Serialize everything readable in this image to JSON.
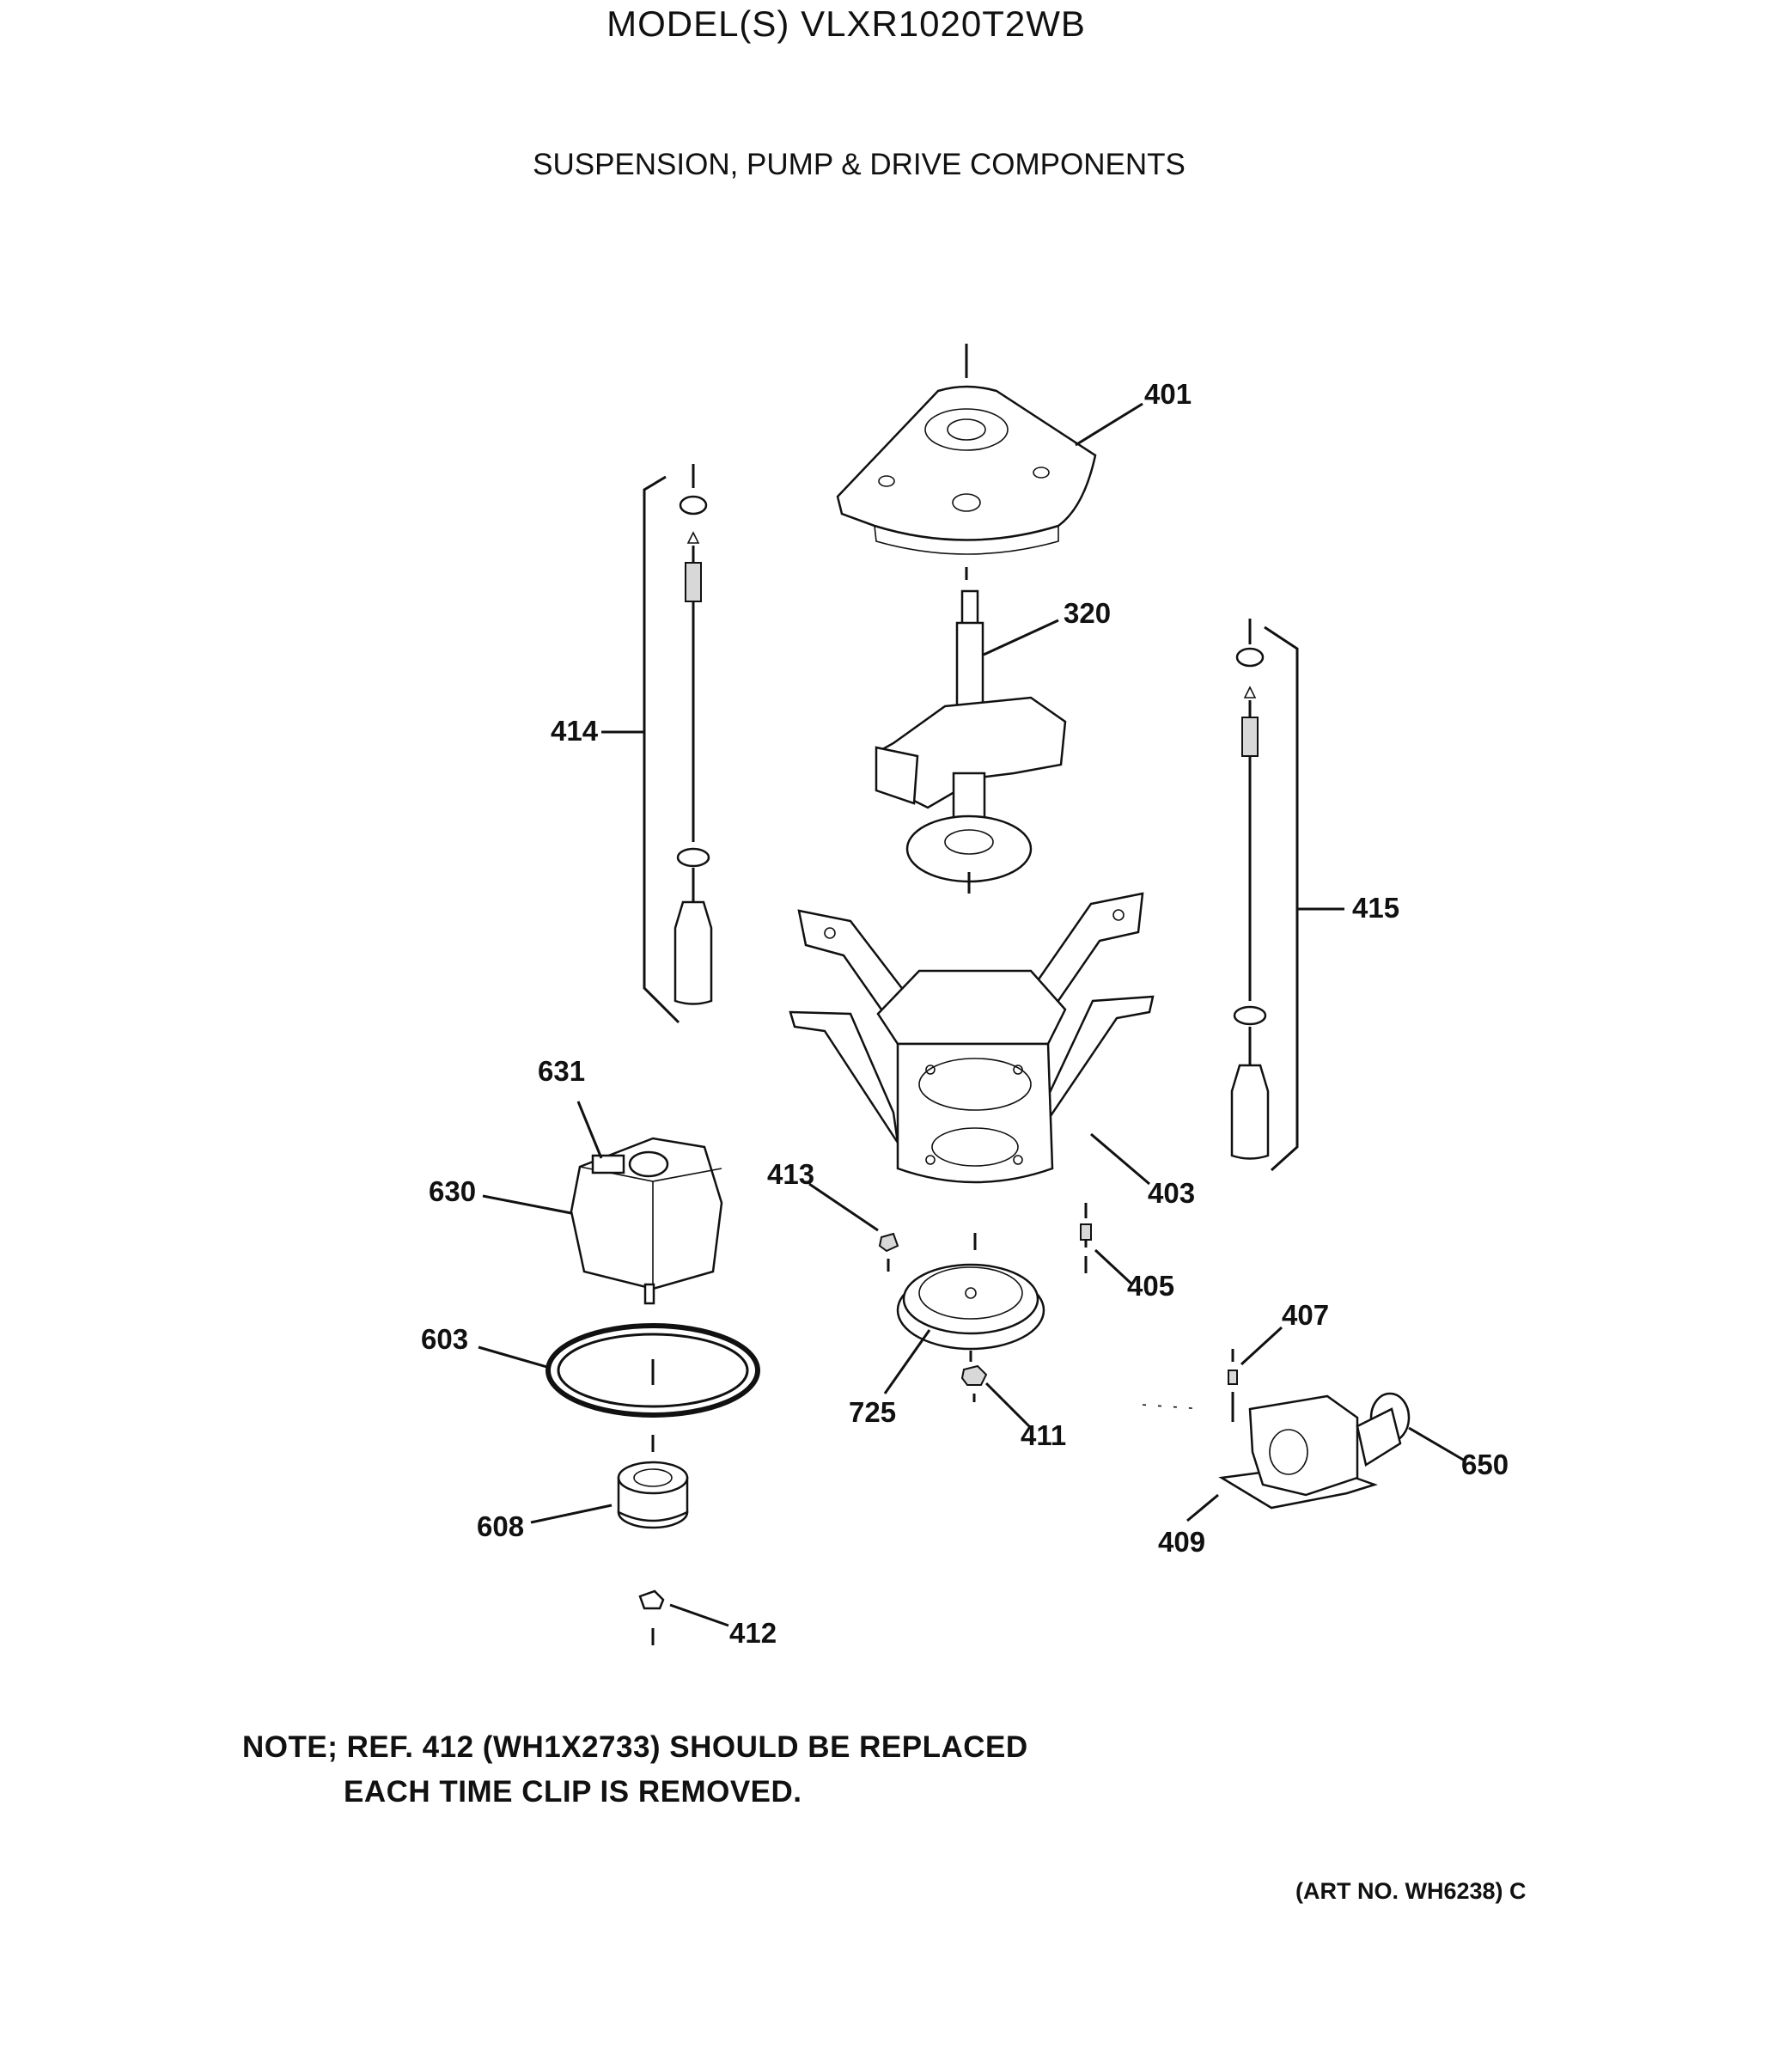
{
  "header": {
    "model": "MODEL(S) VLXR1020T2WB",
    "section_title": "SUSPENSION, PUMP & DRIVE COMPONENTS"
  },
  "parts": [
    {
      "ref": "401"
    },
    {
      "ref": "320"
    },
    {
      "ref": "414"
    },
    {
      "ref": "415"
    },
    {
      "ref": "403"
    },
    {
      "ref": "631"
    },
    {
      "ref": "630"
    },
    {
      "ref": "413"
    },
    {
      "ref": "405"
    },
    {
      "ref": "407"
    },
    {
      "ref": "603"
    },
    {
      "ref": "725"
    },
    {
      "ref": "411"
    },
    {
      "ref": "650"
    },
    {
      "ref": "608"
    },
    {
      "ref": "409"
    },
    {
      "ref": "412"
    }
  ],
  "note": {
    "line1": "NOTE; REF. 412 (WH1X2733) SHOULD BE REPLACED",
    "line2": "EACH TIME CLIP IS REMOVED."
  },
  "footer": {
    "art_no": "(ART NO. WH6238) C"
  }
}
